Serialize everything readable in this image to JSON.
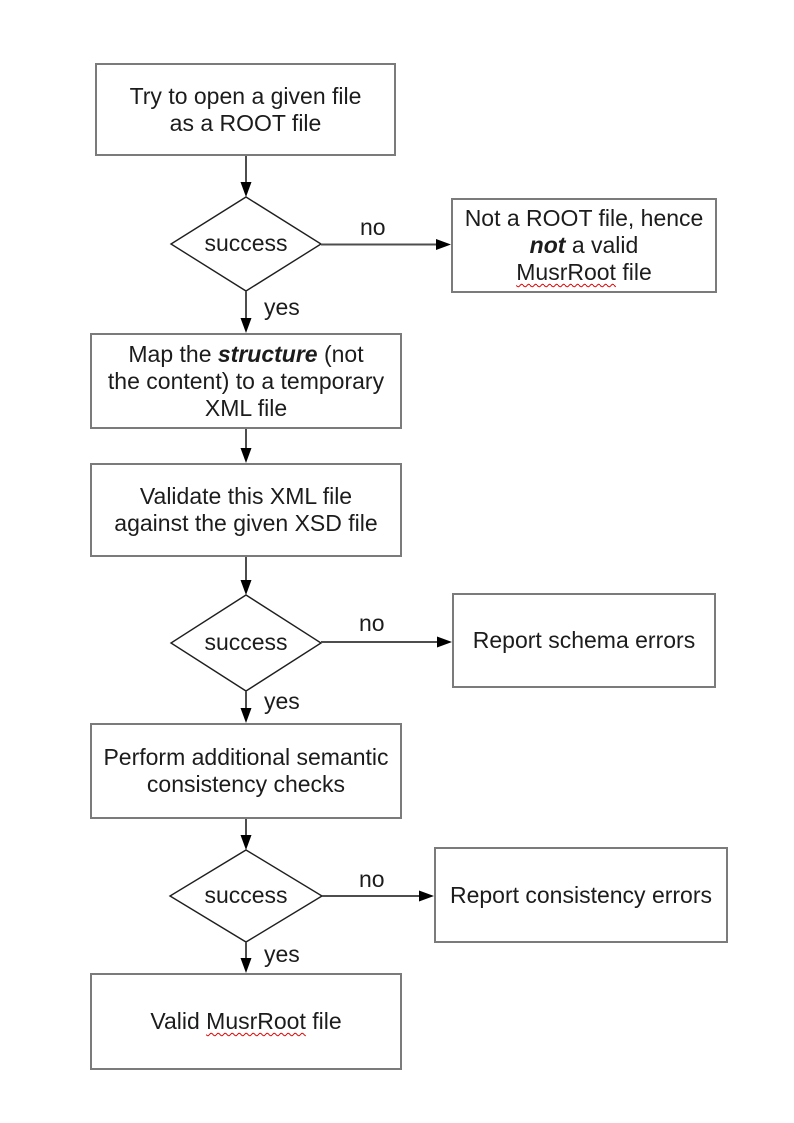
{
  "diagram": {
    "type": "flowchart",
    "colors": {
      "background": "#ffffff",
      "box_border": "#7b7b7b",
      "diamond_border": "#1f1f1f",
      "connector": "#4d4d4d",
      "arrowhead": "#000000",
      "text": "#1c1c1c",
      "spellcheck_squiggle": "#e10000"
    },
    "nodes": {
      "open_file": {
        "line1": "Try to open a given file",
        "line2": "as a ROOT file"
      },
      "decision1": {
        "label": "success",
        "no_label": "no",
        "yes_label": "yes"
      },
      "not_root": {
        "line1": "Not a ROOT file, hence",
        "line2_em": "not",
        "line2_rest": " a valid",
        "line3_word": "MusrRoot",
        "line3_rest": " file"
      },
      "map_structure": {
        "line1_pre": "Map the ",
        "line1_em": "structure",
        "line1_post": " (not",
        "line2": "the content) to a temporary",
        "line3": "XML file"
      },
      "validate": {
        "line1": "Validate this XML file",
        "line2": "against the given XSD file"
      },
      "decision2": {
        "label": "success",
        "no_label": "no",
        "yes_label": "yes"
      },
      "report_schema": {
        "label": "Report schema errors"
      },
      "semantic_checks": {
        "line1": "Perform additional semantic",
        "line2": "consistency checks"
      },
      "decision3": {
        "label": "success",
        "no_label": "no",
        "yes_label": "yes"
      },
      "report_consistency": {
        "label": "Report consistency errors"
      },
      "valid_file": {
        "pre": "Valid ",
        "word": "MusrRoot",
        "post": " file"
      }
    }
  }
}
